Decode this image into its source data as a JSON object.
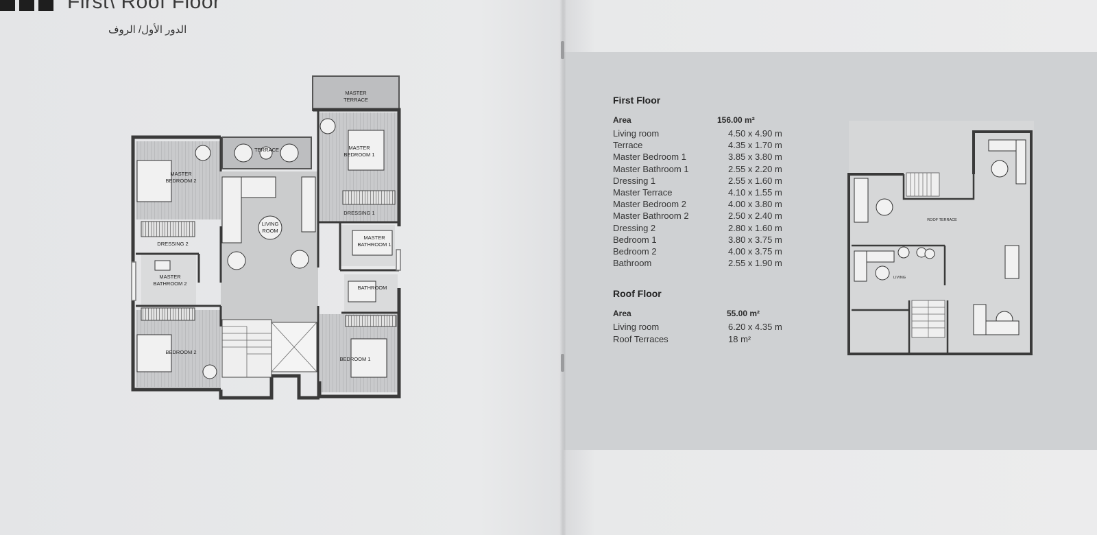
{
  "left_page": {
    "title": "First\\ Roof Floor",
    "arabic_subtitle": "الدور الأول/ الروف",
    "plan_labels": {
      "master_terrace": [
        "MASTER",
        "TERRACE"
      ],
      "terrace": "TERRACE",
      "master_bedroom_1": [
        "MASTER",
        "BEDROOM 1"
      ],
      "master_bedroom_2": [
        "MASTER",
        "BEDROOM 2"
      ],
      "living_room": [
        "LIVING",
        "ROOM"
      ],
      "dressing_1": "DRESSING 1",
      "dressing_2": "DRESSING 2",
      "master_bathroom_1": [
        "MASTER",
        "BATHROOM 1"
      ],
      "master_bathroom_2": [
        "MASTER",
        "BATHROOM 2"
      ],
      "bathroom": "BATHROOM",
      "bedroom_1": "BEDROOM 1",
      "bedroom_2": "BEDROOM 2"
    }
  },
  "right_page": {
    "first_floor": {
      "title": "First Floor",
      "area_label": "Area",
      "area_value": "156.00 m²",
      "rooms": [
        {
          "name": "Living room",
          "dims": "4.50  x  4.90 m"
        },
        {
          "name": "Terrace",
          "dims": "4.35  x  1.70 m"
        },
        {
          "name": "Master Bedroom 1",
          "dims": "3.85  x  3.80 m"
        },
        {
          "name": "Master Bathroom 1",
          "dims": "2.55  x  2.20 m"
        },
        {
          "name": "Dressing 1",
          "dims": "2.55  x  1.60 m"
        },
        {
          "name": "Master Terrace",
          "dims": "4.10  x  1.55 m"
        },
        {
          "name": "Master Bedroom 2",
          "dims": "4.00  x  3.80 m"
        },
        {
          "name": "Master Bathroom 2",
          "dims": "2.50  x  2.40 m"
        },
        {
          "name": "Dressing 2",
          "dims": "2.80  x  1.60 m"
        },
        {
          "name": "Bedroom 1",
          "dims": "3.80  x  3.75 m"
        },
        {
          "name": "Bedroom 2",
          "dims": "4.00  x  3.75 m"
        },
        {
          "name": "Bathroom",
          "dims": "2.55  x  1.90 m"
        }
      ]
    },
    "roof_floor": {
      "title": "Roof Floor",
      "area_label": "Area",
      "area_value": "55.00 m²",
      "rooms": [
        {
          "name": "Living room",
          "dims": "6.20  x  4.35 m"
        },
        {
          "name": "Roof Terraces",
          "dims": "18 m²"
        }
      ]
    },
    "plan_labels": {
      "roof_terrace": "ROOF TERRACE",
      "living": "LIVING"
    }
  }
}
